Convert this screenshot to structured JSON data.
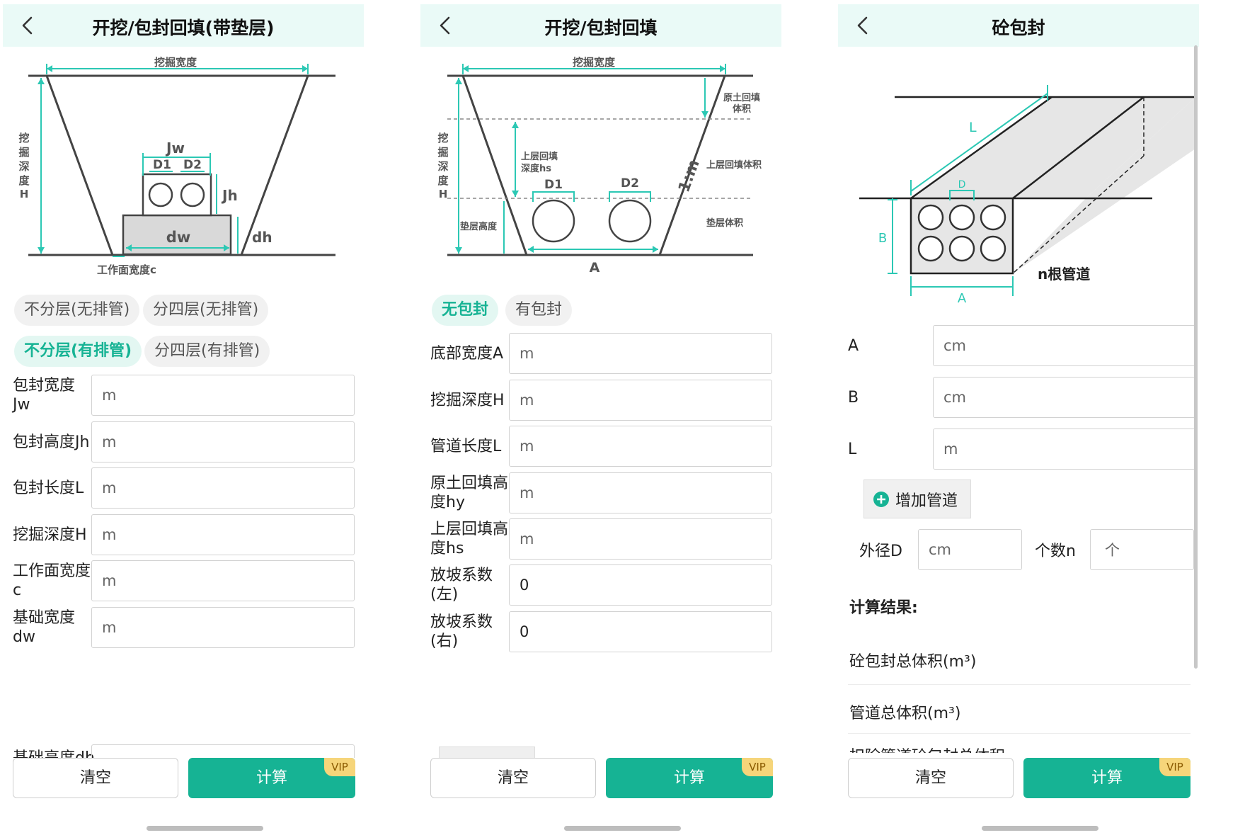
{
  "accent": "#16b394",
  "panel1": {
    "title": "开挖/包封回填(带垫层)",
    "diagram": {
      "top_label": "挖掘宽度",
      "left_label": [
        "挖",
        "掘",
        "深",
        "度",
        "H"
      ],
      "bottom_label": "工作面宽度c",
      "jw": "Jw",
      "d1": "D1",
      "d2": "D2",
      "jh": "Jh",
      "dw": "dw",
      "dh": "dh"
    },
    "modes": [
      "不分层(无排管)",
      "分四层(无排管)",
      "不分层(有排管)",
      "分四层(有排管)"
    ],
    "fields": [
      {
        "label": "包封宽度Jw",
        "placeholder": "m"
      },
      {
        "label": "包封高度Jh",
        "placeholder": "m"
      },
      {
        "label": "包封长度L",
        "placeholder": "m"
      },
      {
        "label": "挖掘深度H",
        "placeholder": "m"
      },
      {
        "label": "工作面宽度c",
        "placeholder": "m"
      },
      {
        "label": "基础宽度dw",
        "placeholder": "m"
      }
    ],
    "cut_label": "基础高度dh",
    "clear_label": "清空",
    "calc_label": "计算",
    "vip": "VIP"
  },
  "panel2": {
    "title": "开挖/包封回填",
    "diagram": {
      "top_label": "挖掘宽度",
      "left_label": [
        "挖",
        "掘",
        "深",
        "度",
        "H"
      ],
      "orig_fill": [
        "原土回填",
        "体积"
      ],
      "upper_depth": [
        "上层回填",
        "深度hs"
      ],
      "upper_volume": "上层回填体积",
      "bedding_height": "垫层高度",
      "bedding_volume": "垫层体积",
      "slope": "1:m",
      "d1": "D1",
      "d2": "D2",
      "a": "A"
    },
    "modes": [
      "无包封",
      "有包封"
    ],
    "fields": [
      {
        "label": "底部宽度A",
        "value": "m",
        "is_value": false
      },
      {
        "label": "挖掘深度H",
        "value": "m",
        "is_value": false
      },
      {
        "label": "管道长度L",
        "value": "m",
        "is_value": false
      },
      {
        "label": "原土回填高度hy",
        "value": "m",
        "is_value": false
      },
      {
        "label": "上层回填高度hs",
        "value": "m",
        "is_value": false
      },
      {
        "label": "放坡系数(左)",
        "value": "0",
        "is_value": true
      },
      {
        "label": "放坡系数(右)",
        "value": "0",
        "is_value": true
      }
    ],
    "clear_label": "清空",
    "calc_label": "计算",
    "vip": "VIP"
  },
  "panel3": {
    "title": "砼包封",
    "diagram": {
      "l": "L",
      "d": "D",
      "b": "B",
      "a": "A",
      "n_pipes": "n根管道"
    },
    "fields": [
      {
        "label": "A",
        "placeholder": "cm"
      },
      {
        "label": "B",
        "placeholder": "cm"
      },
      {
        "label": "L",
        "placeholder": "m"
      }
    ],
    "add_pipe": "增加管道",
    "outer_d_label": "外径D",
    "outer_d_placeholder": "cm",
    "count_label": "个数n",
    "count_placeholder": "个",
    "results_title": "计算结果:",
    "results": [
      "砼包封总体积(m³)",
      "管道总体积(m³)"
    ],
    "results_cut": "扣除管道砼包封总体积",
    "clear_label": "清空",
    "calc_label": "计算",
    "vip": "VIP"
  }
}
